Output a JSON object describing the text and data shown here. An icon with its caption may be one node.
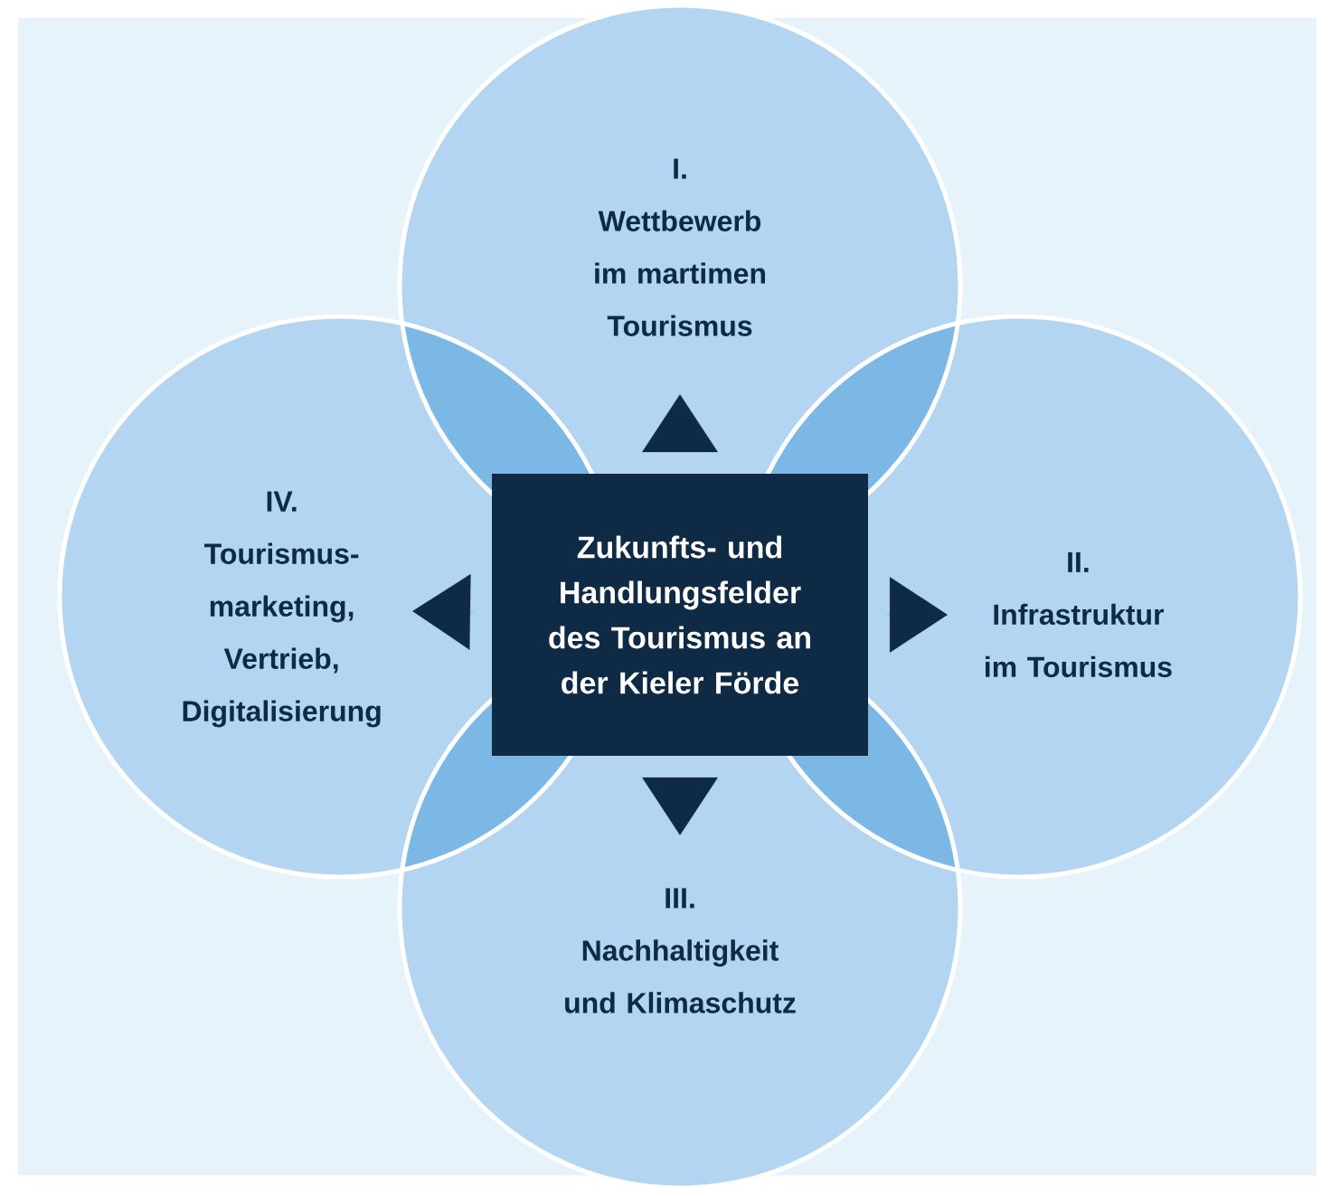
{
  "diagram": {
    "nodes": [
      {
        "text": [
          "I.",
          "Wettbewerb im martimen Tourismus"
        ]
      },
      {
        "text": [
          "IV.",
          "Tourismus-marketing, Vertrieb, Digitalisierung"
        ]
      },
      {
        "text": [
          "Zukunfts- und Handlungsfelder des Tourismus an der Kieler Förde"
        ]
      },
      {
        "text": [
          "II.",
          "Infrastruktur im Tourismus"
        ]
      },
      {
        "text": [
          "III.",
          "Nachhaltigkeit und Klimaschutz"
        ]
      }
    ],
    "edges": [
      {
        "from": 2,
        "to": 0,
        "arrow": "to"
      },
      {
        "from": 2,
        "to": 1,
        "arrow": "to"
      },
      {
        "from": 2,
        "to": 3,
        "arrow": "to"
      },
      {
        "from": 2,
        "to": 4,
        "arrow": "to"
      }
    ]
  }
}
